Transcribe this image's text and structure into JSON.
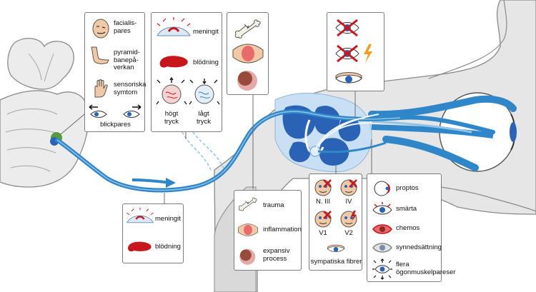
{
  "colors": {
    "nerve": "#2f86c8",
    "nerve_light": "#8fc3e8",
    "sinus": "#2a63b6",
    "bone": "#e6e6e6",
    "bone_line": "#8a8a8a",
    "blood": "#c8161d",
    "skin": "#f1c9a6",
    "lightning": "#f0a020"
  },
  "box_left_top": {
    "items": [
      {
        "label": "facialis-\npares",
        "icon": "face-paresis-icon"
      },
      {
        "label": "pyramid-\nbanepå-\nverkan",
        "icon": "arm-icon"
      },
      {
        "label": "sensoriska\nsymtom",
        "icon": "hand-icon"
      },
      {
        "label": "blickpares",
        "icon": "gaze-eyes-icon"
      }
    ]
  },
  "box_pressure": {
    "items": [
      {
        "label": "meningit",
        "icon": "meninges-icon"
      },
      {
        "label": "blödning",
        "icon": "blood-pool-icon"
      },
      {
        "label": "högt\ntryck",
        "icon": "high-pressure-brain-icon"
      },
      {
        "label": "lågt\ntryck",
        "icon": "low-pressure-brain-icon"
      }
    ]
  },
  "box_top_causes": {
    "items": [
      {
        "icon": "broken-bone-icon"
      },
      {
        "icon": "inflamed-tissue-icon"
      },
      {
        "icon": "mass-icon"
      }
    ]
  },
  "box_eye_top": {
    "items": [
      {
        "icon": "crossed-eye-icon"
      },
      {
        "icon": "crossed-eye-pain-icon"
      },
      {
        "icon": "droopy-eye-icon"
      }
    ]
  },
  "box_bottom_left": {
    "items": [
      {
        "label": "meningit",
        "icon": "meninges-icon"
      },
      {
        "label": "blödning",
        "icon": "blood-pool-icon"
      }
    ]
  },
  "box_bottom_mid": {
    "items": [
      {
        "label": "trauma",
        "icon": "broken-bone-icon"
      },
      {
        "label": "inflammation",
        "icon": "inflamed-tissue-icon"
      },
      {
        "label": "expansiv\nprocess",
        "icon": "mass-icon"
      }
    ]
  },
  "box_nerves": {
    "items": [
      {
        "label": "N. III",
        "icon": "face-crossed-eye-icon"
      },
      {
        "label": "IV",
        "icon": "face-eye-icon"
      },
      {
        "label": "V1",
        "icon": "face-crossed-eye-icon"
      },
      {
        "label": "V2",
        "icon": "face-lightning-icon"
      }
    ],
    "footer": "sympatiska fibrer"
  },
  "box_orbit": {
    "items": [
      {
        "label": "proptos",
        "icon": "proptosis-icon"
      },
      {
        "label": "smärta",
        "icon": "pain-eye-icon"
      },
      {
        "label": "chemos",
        "icon": "red-eye-icon"
      },
      {
        "label": "synnedsättning",
        "icon": "blurred-eye-icon"
      },
      {
        "label": "flera\nögonmuskelpareser",
        "icon": "multi-direction-eye-icon"
      }
    ]
  }
}
